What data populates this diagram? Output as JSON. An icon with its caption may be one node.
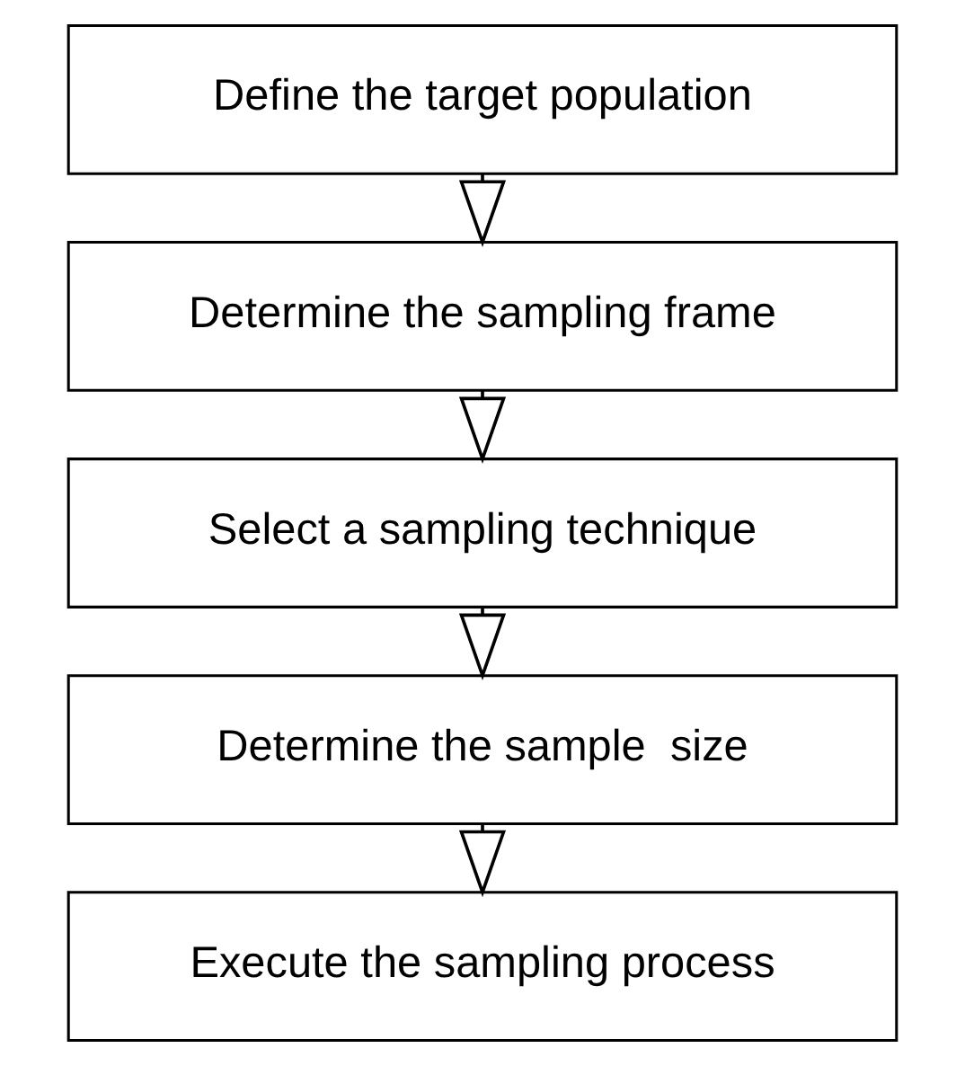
{
  "diagram": {
    "nodes": [
      {
        "text": [
          "Define the target population"
        ]
      },
      {
        "text": [
          "Determine the sampling frame"
        ]
      },
      {
        "text": [
          "Select a sampling technique"
        ]
      },
      {
        "text": [
          "Determine the sample  size"
        ]
      },
      {
        "text": [
          "Execute the sampling process"
        ]
      }
    ],
    "edges": [
      {
        "from": 0,
        "to": 1,
        "arrow": "to"
      },
      {
        "from": 1,
        "to": 2,
        "arrow": "to"
      },
      {
        "from": 2,
        "to": 3,
        "arrow": "to"
      },
      {
        "from": 3,
        "to": 4,
        "arrow": "to"
      }
    ]
  }
}
